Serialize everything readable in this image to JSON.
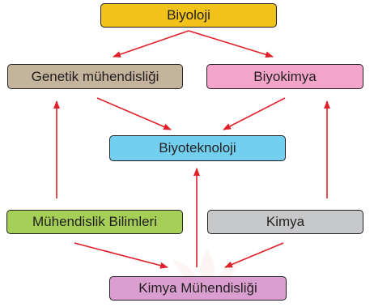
{
  "nodes": {
    "biyoloji": "Biyoloji",
    "genetik_muhendisligi": "Genetik mühendisliği",
    "biyokimya": "Biyokimya",
    "biyoteknoloji": "Biyoteknoloji",
    "muhendislik_bilimleri": "Mühendislik Bilimleri",
    "kimya": "Kimya",
    "kimya_muhendisligi": "Kimya Mühendisliği"
  },
  "node_colors": {
    "biyoloji": "#f0c21a",
    "genetik_muhendisligi": "#c4b49c",
    "biyokimya": "#f2a5c9",
    "biyoteknoloji": "#72cff0",
    "muhendislik_bilimleri": "#a6cf57",
    "kimya": "#c7c8ca",
    "kimya_muhendisligi": "#da9fd0"
  },
  "arrow_color": "#e0202a",
  "edges": [
    {
      "from": "biyoloji",
      "to": "genetik_muhendisligi"
    },
    {
      "from": "biyoloji",
      "to": "biyokimya"
    },
    {
      "from": "genetik_muhendisligi",
      "to": "biyoteknoloji"
    },
    {
      "from": "biyokimya",
      "to": "biyoteknoloji"
    },
    {
      "from": "muhendislik_bilimleri",
      "to": "genetik_muhendisligi"
    },
    {
      "from": "kimya",
      "to": "biyokimya"
    },
    {
      "from": "kimya_muhendisligi",
      "to": "biyoteknoloji"
    },
    {
      "from": "muhendislik_bilimleri",
      "to": "kimya_muhendisligi"
    },
    {
      "from": "kimya",
      "to": "kimya_muhendisligi"
    }
  ]
}
